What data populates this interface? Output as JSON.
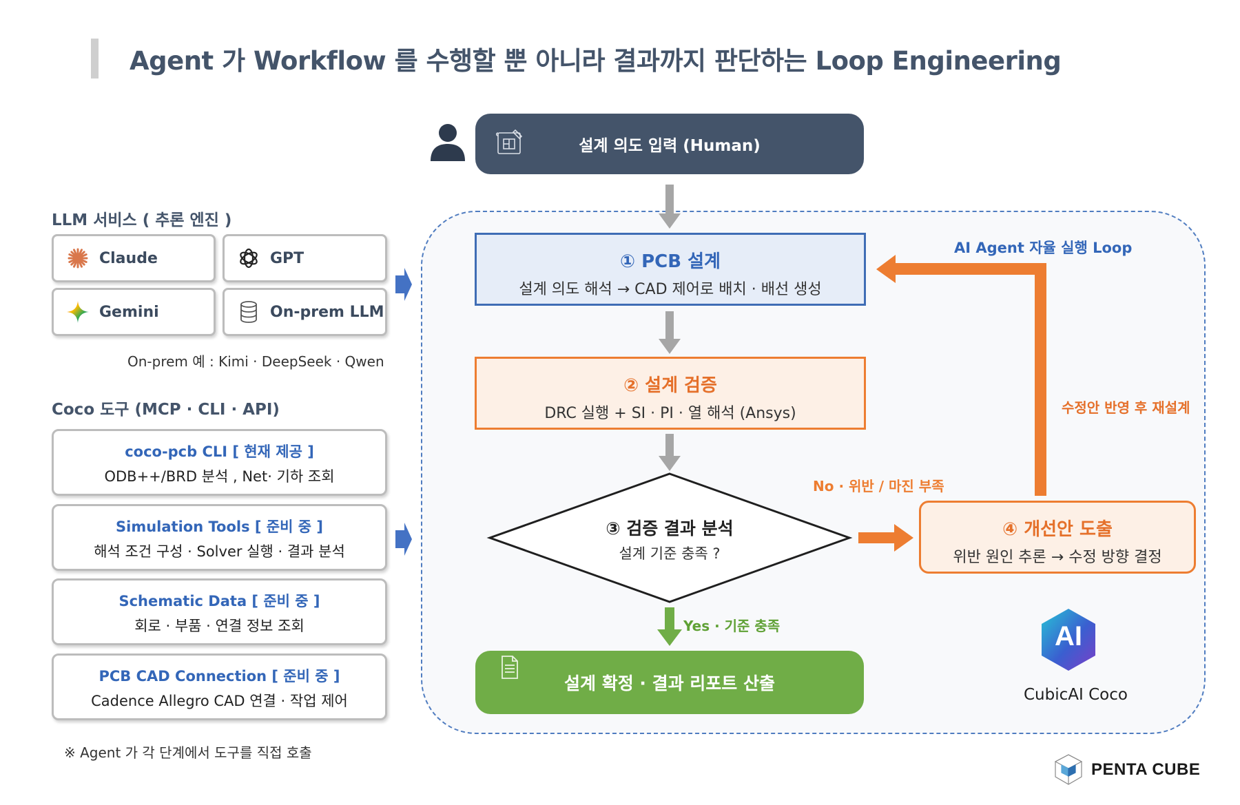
{
  "title": "Agent 가  Workflow 를 수행할 뿐 아니라 결과까지 판단하는  Loop Engineering",
  "llm_section": {
    "label": "LLM  서비스  ( 추론 엔진 )",
    "items": [
      {
        "label": "Claude",
        "icon": "claude-sunburst-icon"
      },
      {
        "label": "GPT",
        "icon": "openai-knot-icon"
      },
      {
        "label": "Gemini",
        "icon": "gemini-sparkle-icon"
      },
      {
        "label": "On-prem LLM",
        "icon": "database-icon"
      }
    ],
    "note": "On-prem  예 : Kimi · DeepSeek · Qwen"
  },
  "tools_section": {
    "label": "Coco  도구  (MCP · CLI · API)",
    "items": [
      {
        "title": "coco-pcb CLI  [ 현재 제공 ]",
        "desc": "ODB++/BRD  분석 , Net· 기하 조회"
      },
      {
        "title": "Simulation Tools  [ 준비 중 ]",
        "desc": "해석 조건 구성  · Solver  실행  ·  결과 분석"
      },
      {
        "title": "Schematic Data  [ 준비 중 ]",
        "desc": "회로 · 부품 · 연결 정보 조회"
      },
      {
        "title": "PCB CAD Connection  [ 준비 중 ]",
        "desc": "Cadence Allegro CAD  연결  ·  작업 제어"
      }
    ],
    "note": "※ Agent 가 각 단계에서 도구를 직접 호출"
  },
  "flow": {
    "human": "설계 의도 입력  (Human)",
    "step1": {
      "title": "① PCB  설계",
      "desc": "설계 의도 해석  →  CAD  제어로 배치 · 배선 생성"
    },
    "step2": {
      "title": "②  설계 검증",
      "desc": "DRC  실행   + SI · PI ·  열 해석   (Ansys)"
    },
    "step3": {
      "title": "③  검증 결과 분석",
      "desc": "설계 기준 충족 ?"
    },
    "step4": {
      "title": "④  개선안 도출",
      "desc": "위반 원인 추론  → 수정 방향 결정"
    },
    "final": "설계 확정   ·  결과 리포트 산출",
    "no_label": "No ·  위반 / 마진 부족",
    "yes_label": "Yes ·  기준 충족",
    "loop_label": "AI Agent  자율 실행  Loop",
    "redesign_label": "수정안 반영 후 재설계"
  },
  "brand": {
    "coco_logo_text": "AI",
    "coco_name": "CubicAI Coco",
    "company": "PENTA CUBE"
  },
  "colors": {
    "navy": "#44546a",
    "blue": "#3f6db5",
    "orange": "#ed7d31",
    "green": "#70ad47",
    "gray_arrow": "#a6a6a6"
  }
}
